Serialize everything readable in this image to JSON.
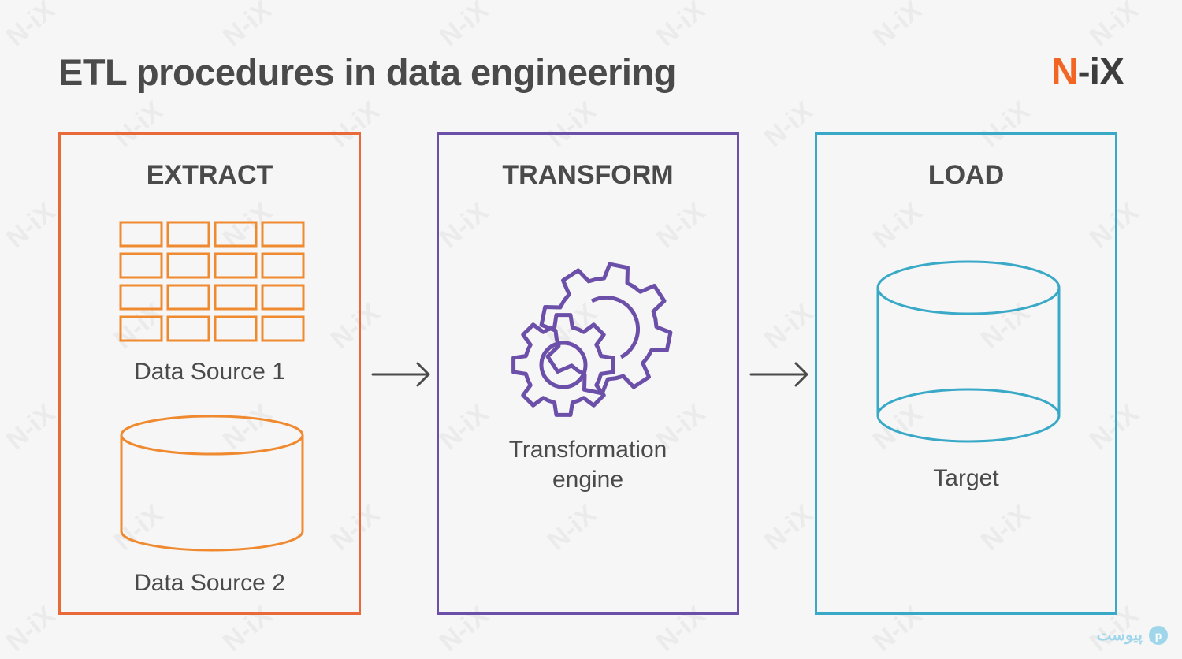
{
  "title": "ETL procedures in data engineering",
  "logo": {
    "n": "N",
    "ix": "-iX"
  },
  "watermark": "N-iX",
  "stages": {
    "extract": {
      "title": "EXTRACT",
      "source1_label": "Data Source 1",
      "source2_label": "Data Source 2",
      "color": "#e86a3a",
      "icon_color": "#f08a30"
    },
    "transform": {
      "title": "TRANSFORM",
      "label_line1": "Transformation",
      "label_line2": "engine",
      "color": "#6b4fa8"
    },
    "load": {
      "title": "LOAD",
      "label": "Target",
      "color": "#3aa9c8"
    }
  },
  "icons": {
    "source1": "table-grid-icon",
    "source2": "database-cylinder-icon",
    "transform": "gears-icon",
    "target": "database-cylinder-icon"
  },
  "corner_badge": {
    "text": "پیوست",
    "dot": "p"
  }
}
